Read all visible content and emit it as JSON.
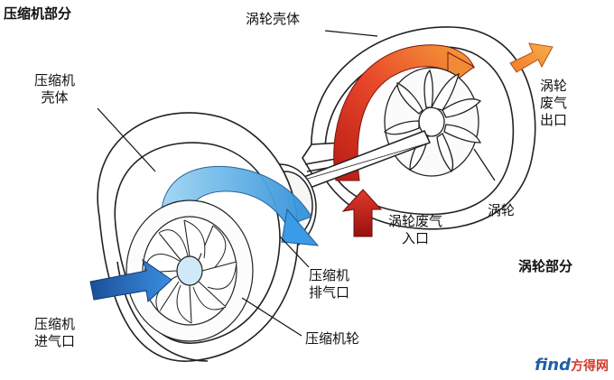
{
  "sections": {
    "compressor_title": "压缩机部分",
    "turbine_title": "涡轮部分"
  },
  "labels": {
    "turbine_housing": "涡轮壳体",
    "turbine_exhaust_outlet": "涡轮\n废气\n出口",
    "compressor_housing": "压缩机\n壳体",
    "turbine_wheel": "涡轮",
    "turbine_exhaust_inlet": "涡轮废气\n入口",
    "compressor_outlet": "压缩机\n排气口",
    "compressor_inlet": "压缩机\n进气口",
    "compressor_wheel": "压缩机轮"
  },
  "watermark": {
    "brand": "find",
    "cn": "方得网"
  },
  "colors": {
    "hot_flow": "#e0402a",
    "exhaust_arrow": "#f07a2a",
    "cold_flow": "#3aa6e8",
    "inlet_arrow": "#1f5fb8",
    "inlet_hot_arrow": "#c41e1e"
  }
}
